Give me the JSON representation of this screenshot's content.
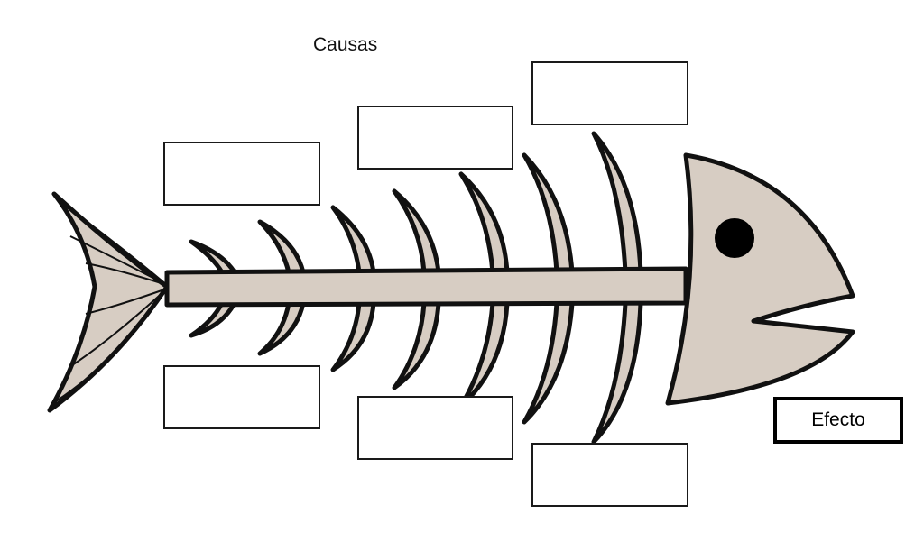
{
  "title": "Causas",
  "effect_label": "Efecto",
  "colors": {
    "bone_fill": "#d7cdc3",
    "outline": "#111111",
    "eye": "#000000",
    "background": "#ffffff"
  },
  "cause_boxes": [
    {
      "id": "top-1",
      "text": ""
    },
    {
      "id": "top-2",
      "text": ""
    },
    {
      "id": "top-3",
      "text": ""
    },
    {
      "id": "bottom-1",
      "text": ""
    },
    {
      "id": "bottom-2",
      "text": ""
    },
    {
      "id": "bottom-3",
      "text": ""
    }
  ]
}
